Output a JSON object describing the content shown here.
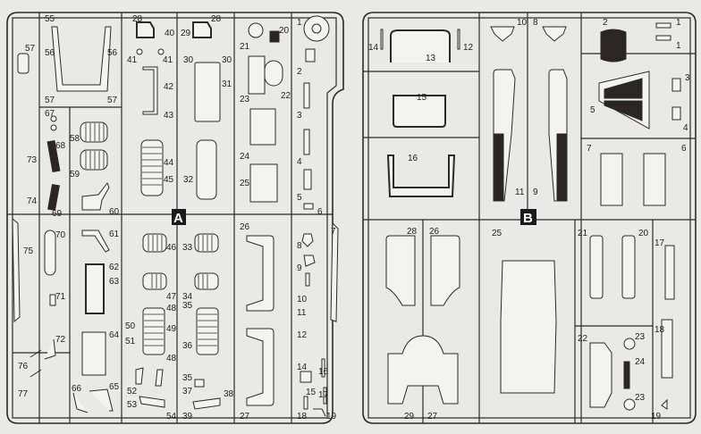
{
  "title": "Model kit parts sprue diagram",
  "colors": {
    "background": "#e9e9e7",
    "line": "#2a2a2a",
    "dark_part": "#2b2624",
    "label_badge": "#1a1a1a"
  },
  "sprues": [
    {
      "id": "A",
      "letter": "A",
      "part_labels": [
        "1",
        "2",
        "3",
        "4",
        "5",
        "6",
        "7",
        "8",
        "9",
        "10",
        "11",
        "12",
        "14",
        "15",
        "16",
        "17",
        "18",
        "19",
        "20",
        "21",
        "22",
        "23",
        "24",
        "25",
        "26",
        "27",
        "28",
        "29",
        "30",
        "31",
        "32",
        "33",
        "34",
        "35",
        "36",
        "37",
        "38",
        "39",
        "40",
        "41",
        "42",
        "43",
        "44",
        "45",
        "46",
        "47",
        "48",
        "49",
        "50",
        "51",
        "52",
        "53",
        "54",
        "55",
        "56",
        "57",
        "58",
        "59",
        "60",
        "61",
        "62",
        "63",
        "64",
        "65",
        "66",
        "67",
        "68",
        "69",
        "70",
        "71",
        "72",
        "73",
        "74",
        "75",
        "76",
        "77"
      ]
    },
    {
      "id": "B",
      "letter": "B",
      "part_labels": [
        "1",
        "2",
        "3",
        "4",
        "5",
        "6",
        "7",
        "8",
        "9",
        "10",
        "11",
        "12",
        "13",
        "14",
        "15",
        "16",
        "17",
        "18",
        "19",
        "20",
        "21",
        "22",
        "23",
        "24",
        "25",
        "26",
        "27",
        "28",
        "29"
      ]
    }
  ],
  "labels": {
    "A": {
      "55": "55",
      "57a": "57",
      "56a": "56",
      "56b": "56",
      "57b": "57",
      "57c": "57",
      "67": "67",
      "58": "58",
      "68": "68",
      "73": "73",
      "59": "59",
      "74": "74",
      "69": "69",
      "60": "60",
      "28": "28",
      "29": "29",
      "40": "40",
      "41a": "41",
      "41b": "41",
      "30a": "30",
      "30b": "30",
      "42": "42",
      "31": "31",
      "43": "43",
      "44": "44",
      "45": "45",
      "32": "32",
      "21": "21",
      "20": "20",
      "23": "23",
      "22": "22",
      "24": "24",
      "25": "25",
      "1": "1",
      "2": "2",
      "3": "3",
      "4": "4",
      "5": "5",
      "6": "6",
      "70": "70",
      "75": "75",
      "71": "71",
      "72": "72",
      "76": "76",
      "77": "77",
      "61": "61",
      "62": "62",
      "63": "63",
      "64": "64",
      "65": "65",
      "66": "66",
      "46": "46",
      "33": "33",
      "47": "47",
      "34": "34",
      "48a": "48",
      "35a": "35",
      "49": "49",
      "50": "50",
      "51": "51",
      "36": "36",
      "48b": "48",
      "35b": "35",
      "52": "52",
      "53": "53",
      "54": "54",
      "37": "37",
      "38": "38",
      "39": "39",
      "26": "26",
      "27": "27",
      "7": "7",
      "8": "8",
      "9": "9",
      "10": "10",
      "11": "11",
      "12": "12",
      "14": "14",
      "16": "16",
      "15": "15",
      "17": "17",
      "18": "18",
      "19": "19"
    },
    "B": {
      "14": "14",
      "12": "12",
      "13": "13",
      "15": "15",
      "16": "16",
      "10": "10",
      "8": "8",
      "11": "11",
      "9": "9",
      "2": "2",
      "1a": "1",
      "1b": "1",
      "3": "3",
      "5": "5",
      "4": "4",
      "7": "7",
      "6": "6",
      "28": "28",
      "26": "26",
      "29": "29",
      "27": "27",
      "25": "25",
      "21": "21",
      "20": "20",
      "17": "17",
      "18": "18",
      "22": "22",
      "23a": "23",
      "24": "24",
      "23b": "23",
      "19": "19"
    }
  }
}
